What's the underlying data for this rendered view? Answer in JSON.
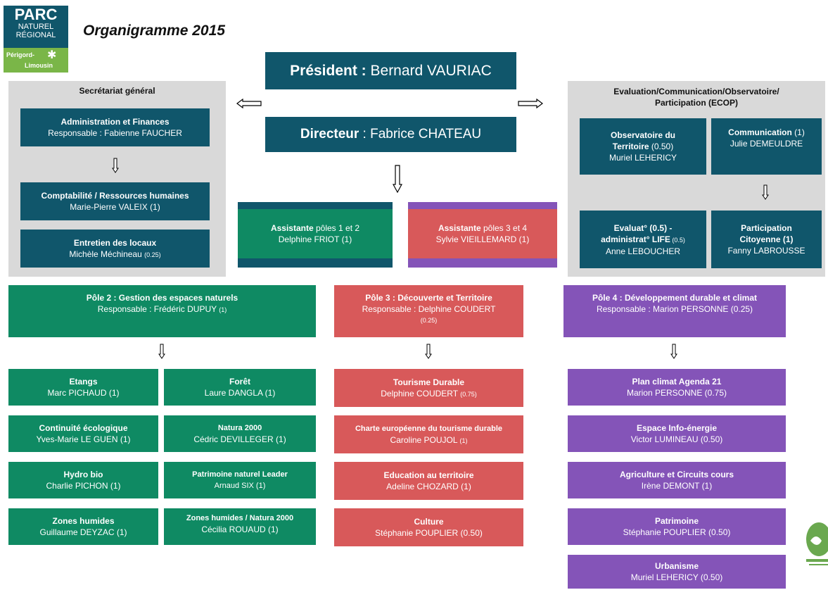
{
  "logo": {
    "line1": "PARC",
    "line2": "NATUREL",
    "line3": "RÉGIONAL",
    "line4": "Périgord-",
    "line5": "Limousin"
  },
  "title": "Organigramme 2015",
  "president": {
    "role": "Président :",
    "name": " Bernard VAURIAC"
  },
  "directeur": {
    "role": "Directeur",
    "name": " : Fabrice CHATEAU"
  },
  "secretariat": {
    "title": "Secrétariat général",
    "admin": {
      "title": "Administration et Finances",
      "person": "Responsable : Fabienne FAUCHER"
    },
    "compta": {
      "title": "Comptabilité / Ressources humaines",
      "person": "Marie-Pierre VALEIX (1)"
    },
    "entretien": {
      "title": "Entretien des locaux",
      "person": "Michèle Méchineau ",
      "fte": "(0.25)"
    }
  },
  "ecop": {
    "title": "Evaluation/Communication/Observatoire/ Participation (ECOP)",
    "observatoire": {
      "title1": "Observatoire du",
      "title2": "Territoire",
      "fte": " (0.50)",
      "person": "Muriel LEHERICY"
    },
    "communication": {
      "title": "Communication",
      "fte": " (1)",
      "person": "Julie DEMEULDRE"
    },
    "evaluation": {
      "title1": "Evaluat° (0.5) -",
      "title2": "administrat° LIFE",
      "fte": " (0.5)",
      "person": "Anne LEBOUCHER"
    },
    "participation": {
      "title1": "Participation",
      "title2": "Citoyenne (1)",
      "person": "Fanny LABROUSSE"
    }
  },
  "assistante1": {
    "role": "Assistante",
    "detail": " pôles 1 et 2",
    "person": "Delphine FRIOT (1)"
  },
  "assistante2": {
    "role": "Assistante",
    "detail": " pôles 3 et 4",
    "person": "Sylvie VIEILLEMARD (1)"
  },
  "pole2": {
    "title": "Pôle 2 : Gestion des espaces naturels",
    "resp": "Responsable : Frédéric DUPUY ",
    "fte": "(1)",
    "items": [
      {
        "title": "Etangs",
        "person": "Marc PICHAUD (1)"
      },
      {
        "title": "Forêt",
        "person": "Laure DANGLA (1)"
      },
      {
        "title": "Continuité écologique",
        "person": "Yves-Marie LE GUEN (1)"
      },
      {
        "title": "Natura 2000",
        "person": "Cédric DEVILLEGER (1)"
      },
      {
        "title": "Hydro bio",
        "person": "Charlie PICHON (1)"
      },
      {
        "title": "Patrimoine naturel Leader",
        "person": "Arnaud SIX (1)"
      },
      {
        "title": "Zones humides",
        "person": "Guillaume DEYZAC (1)"
      },
      {
        "title": "Zones humides / Natura 2000",
        "person": "Cécilia ROUAUD (1)"
      }
    ]
  },
  "pole3": {
    "title": "Pôle 3 : Découverte et Territoire",
    "resp": "Responsable : Delphine COUDERT",
    "fte": "(0.25)",
    "items": [
      {
        "title": "Tourisme Durable",
        "person": "Delphine COUDERT ",
        "fte": "(0.75)"
      },
      {
        "title": "Charte européenne du tourisme durable",
        "person": "Caroline POUJOL ",
        "fte": "(1)"
      },
      {
        "title": "Education au territoire",
        "person": "Adeline CHOZARD (1)",
        "fte": ""
      },
      {
        "title": "Culture",
        "person": "Stéphanie POUPLIER (0.50)",
        "fte": ""
      }
    ]
  },
  "pole4": {
    "title": "Pôle 4 : Développement durable et climat",
    "resp": "Responsable : Marion PERSONNE (0.25)",
    "items": [
      {
        "title": "Plan climat Agenda 21",
        "person": "Marion PERSONNE (0.75)"
      },
      {
        "title": "Espace Info-énergie",
        "person": "Victor LUMINEAU (0.50)"
      },
      {
        "title": "Agriculture et Circuits cours",
        "person": "Irène DEMONT (1)"
      },
      {
        "title": "Patrimoine",
        "person": "Stéphanie POUPLIER (0.50)"
      },
      {
        "title": "Urbanisme",
        "person": "Muriel LEHERICY (0.50)"
      }
    ]
  },
  "colors": {
    "teal": "#10566b",
    "green": "#0f8a63",
    "red": "#d8595a",
    "purple": "#8454b8",
    "grey": "#d9d9d9",
    "logo_green": "#7ab648"
  }
}
